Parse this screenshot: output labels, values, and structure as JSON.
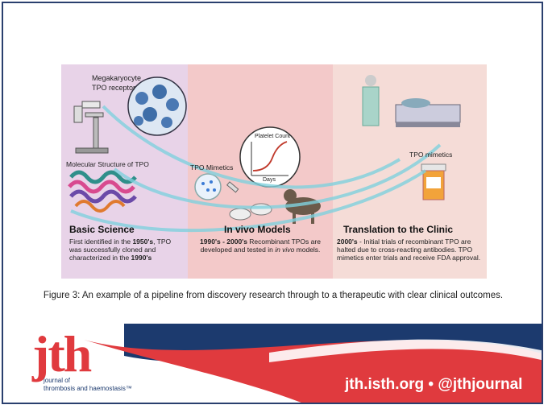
{
  "figure": {
    "labels": {
      "megakaryocyte": "Megakaryocyte",
      "tpo_receptor": "TPO receptor",
      "molecular_structure": "Molecular Structure of TPO",
      "tpo_mimetics_left": "TPO Mimetics",
      "platelet_count": "Platelet Count",
      "days": "Days",
      "tpo_mimetics_right": "TPO mimetics"
    },
    "panels": [
      {
        "title": "Basic Science",
        "desc_1": "First identified in the ",
        "desc_2": "1950's",
        "desc_3": ", TPO was successfully cloned and characterized in the ",
        "desc_4": "1990's"
      },
      {
        "title": "In vivo Models",
        "desc_1": "1990's - 2000's",
        "desc_2": " Recombinant TPOs are developed and tested in ",
        "desc_3": "in vivo",
        "desc_4": " models."
      },
      {
        "title": "Translation to the Clinic",
        "desc_1": "2000's",
        "desc_2": " - Initial trials of recombinant TPO are halted due to cross-reacting antibodies. TPO mimetics enter trials and receive FDA approval."
      }
    ]
  },
  "caption": "Figure 3: An example of a pipeline from discovery research through to a therapeutic with clear clinical outcomes.",
  "brand": {
    "logo": "jth",
    "subtitle_1": "journal of",
    "subtitle_2": "thrombosis and haemostasis™",
    "link": "jth.isth.org • @jthjournal"
  },
  "colors": {
    "red": "#e03a3e",
    "navy": "#1c3a6e",
    "basic_science_bg": "#e8d3e8",
    "in_vivo_bg": "#f3c9c9",
    "clinic_bg": "#f5dcd7",
    "arrow": "#7fd1dd"
  }
}
